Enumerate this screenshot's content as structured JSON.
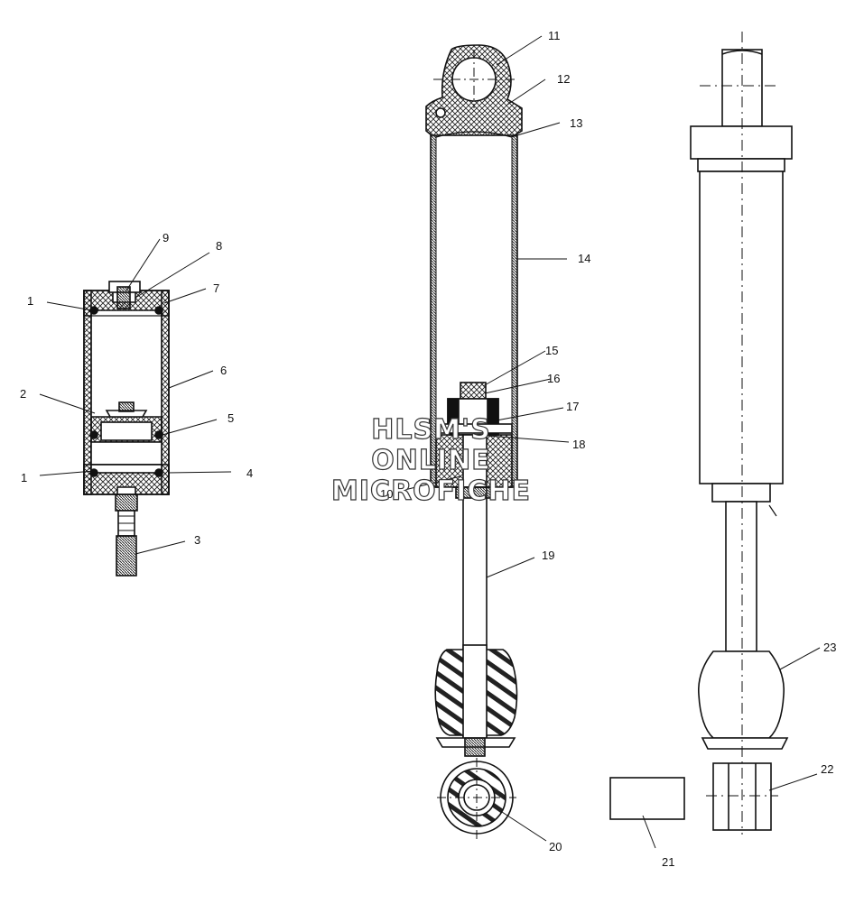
{
  "diagram": {
    "callouts": {
      "c1a": "1",
      "c1b": "1",
      "c2": "2",
      "c3": "3",
      "c4": "4",
      "c5": "5",
      "c6": "6",
      "c7": "7",
      "c8": "8",
      "c9": "9",
      "c10": "10",
      "c11": "11",
      "c12": "12",
      "c13": "13",
      "c14": "14",
      "c15": "15",
      "c16": "16",
      "c17": "17",
      "c18": "18",
      "c19": "19",
      "c20": "20",
      "c21": "21",
      "c22": "22",
      "c23": "23"
    },
    "watermark": {
      "line1": "HLSM'S",
      "line2": "ONLINE",
      "line3": "MICROFICHE"
    }
  }
}
